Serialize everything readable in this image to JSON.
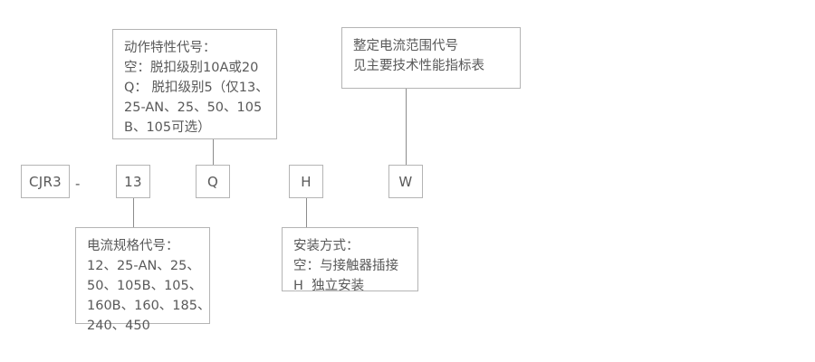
{
  "diagram": {
    "title": "CJR3 model designation breakdown",
    "colors": {
      "border": "#b4b4b4",
      "text": "#595959",
      "connector": "#8c8c8c",
      "background": "#ffffff"
    },
    "separator": "-",
    "code_boxes": [
      {
        "id": "series",
        "label": "CJR3"
      },
      {
        "id": "current-rating",
        "label": "13"
      },
      {
        "id": "action-characteristic",
        "label": "Q"
      },
      {
        "id": "mounting-type",
        "label": "H"
      },
      {
        "id": "setting-current-range",
        "label": "W"
      }
    ],
    "notes": {
      "action_characteristic": {
        "id": "action-characteristic-note",
        "lines": [
          "动作特性代号：",
          "空：脱扣级别10A或20",
          "Q： 脱扣级别5（仅13、",
          "25-AN、25、50、105",
          "B、105可选）"
        ]
      },
      "setting_current_range": {
        "id": "setting-current-range-note",
        "lines": [
          "整定电流范围代号",
          "见主要技术性能指标表"
        ]
      },
      "current_rating": {
        "id": "current-rating-note",
        "lines": [
          "电流规格代号：",
          "12、25-AN、25、",
          "50、105B、105、",
          "160B、160、185、",
          "240、450"
        ]
      },
      "mounting_type": {
        "id": "mounting-type-note",
        "lines": [
          "安装方式：",
          "空：与接触器插接",
          "H  独立安装"
        ]
      }
    }
  }
}
